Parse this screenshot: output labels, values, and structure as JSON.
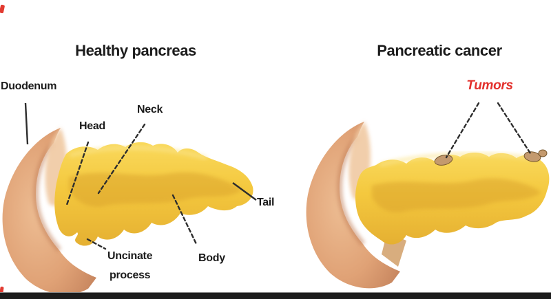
{
  "panels": {
    "healthy": {
      "title": "Healthy pancreas",
      "labels": {
        "duodenum": "Duodenum",
        "head": "Head",
        "neck": "Neck",
        "tail": "Tail",
        "body": "Body",
        "uncinate_line1": "Uncinate",
        "uncinate_line2": "process"
      }
    },
    "cancer": {
      "title": "Pancreatic cancer",
      "labels": {
        "tumors": "Tumors"
      }
    }
  },
  "colors": {
    "background": "#FFFFFF",
    "pancreas_yellow": "#F4C83E",
    "pancreas_highlight": "#F9D95C",
    "pancreas_pale": "#FBE48E",
    "pancreas_shadow": "#D79E2B",
    "pancreas_shadow_edge": "#E5B032",
    "duodenum_mid": "#E0A276",
    "duodenum_light": "#EDBD93",
    "duodenum_dark": "#C2805A",
    "duodenum_inner": "#F0C9A2",
    "duodenum_tab": "#D8AD7E",
    "tumor_fill": "#C49A6E",
    "tumor_outline": "#77582F",
    "label_text": "#1B1B1B",
    "tumor_label_red": "#E3302C",
    "pointer_line": "#2D2D2D",
    "bottom_bar": "#1C1C1C",
    "bottom_bar_edge": "#8C8C8C",
    "red_mark": "#E23A30"
  }
}
